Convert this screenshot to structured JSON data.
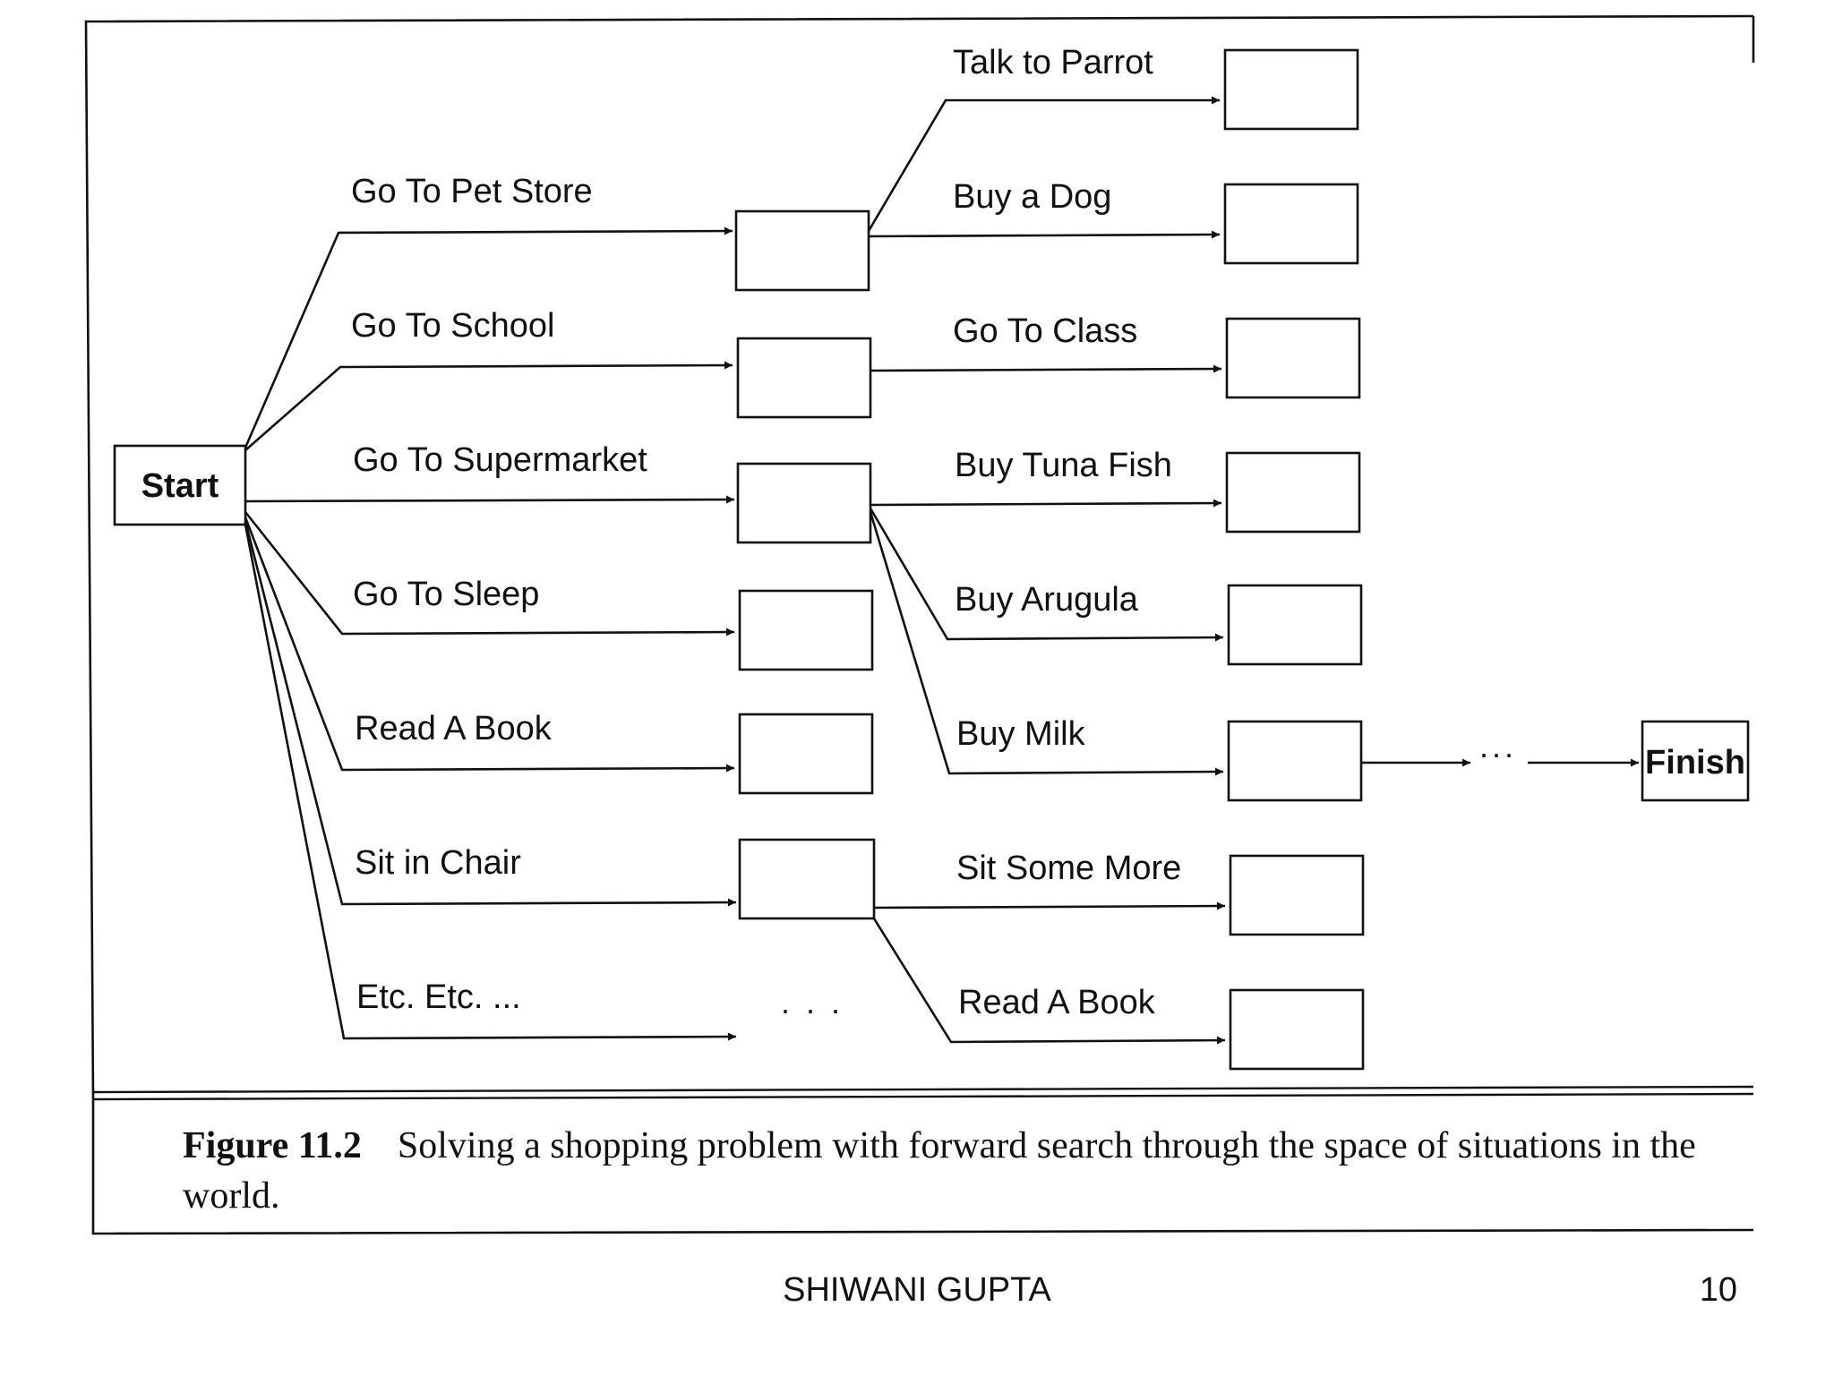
{
  "diagram": {
    "start_label": "Start",
    "finish_label": "Finish",
    "level1_edges": [
      "Go To Pet Store",
      "Go To School",
      "Go To Supermarket",
      "Go To Sleep",
      "Read A Book",
      "Sit in Chair",
      "Etc. Etc. ..."
    ],
    "level2_edges": [
      "Talk to Parrot",
      "Buy a Dog",
      "Go To Class",
      "Buy Tuna Fish",
      "Buy Arugula",
      "Buy Milk",
      "Sit Some More",
      "Read A Book"
    ],
    "pending_ellipsis": ". . .",
    "path_ellipsis": "..."
  },
  "caption": {
    "figure_number": "Figure 11.2",
    "text": "Solving a shopping problem with forward search through the space of situations in the world."
  },
  "footer": {
    "author": "SHIWANI GUPTA",
    "page": "10"
  }
}
